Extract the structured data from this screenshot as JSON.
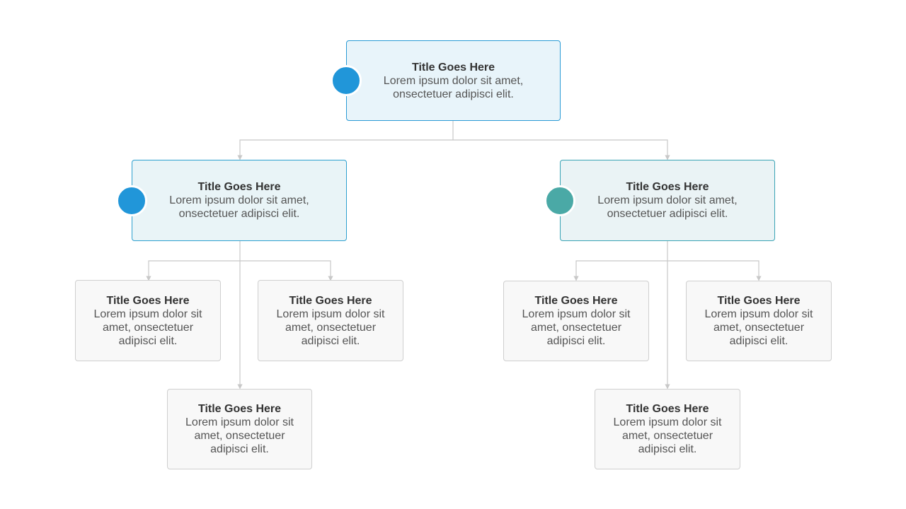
{
  "colors": {
    "accent_blue": "#2196d9",
    "accent_teal": "#4aa9a6",
    "connector": "#c8c8c8"
  },
  "nodes": {
    "root": {
      "title": "Title Goes Here",
      "desc_line1": "Lorem ipsum dolor sit amet,",
      "desc_line2": "onsectetuer adipisci elit."
    },
    "left": {
      "title": "Title Goes Here",
      "desc_line1": "Lorem ipsum dolor sit amet,",
      "desc_line2": "onsectetuer adipisci elit."
    },
    "right": {
      "title": "Title Goes Here",
      "desc_line1": "Lorem ipsum dolor sit amet,",
      "desc_line2": "onsectetuer adipisci elit."
    },
    "left_child_1": {
      "title": "Title Goes Here",
      "desc_line1": "Lorem ipsum dolor sit",
      "desc_line2": "amet, onsectetuer",
      "desc_line3": "adipisci elit."
    },
    "left_child_2": {
      "title": "Title Goes Here",
      "desc_line1": "Lorem ipsum dolor sit",
      "desc_line2": "amet, onsectetuer",
      "desc_line3": "adipisci elit."
    },
    "left_child_3": {
      "title": "Title Goes Here",
      "desc_line1": "Lorem ipsum dolor sit",
      "desc_line2": "amet, onsectetuer",
      "desc_line3": "adipisci elit."
    },
    "right_child_1": {
      "title": "Title Goes Here",
      "desc_line1": "Lorem ipsum dolor sit",
      "desc_line2": "amet, onsectetuer",
      "desc_line3": "adipisci elit."
    },
    "right_child_2": {
      "title": "Title Goes Here",
      "desc_line1": "Lorem ipsum dolor sit",
      "desc_line2": "amet, onsectetuer",
      "desc_line3": "adipisci elit."
    },
    "right_child_3": {
      "title": "Title Goes Here",
      "desc_line1": "Lorem ipsum dolor sit",
      "desc_line2": "amet, onsectetuer",
      "desc_line3": "adipisci elit."
    }
  }
}
